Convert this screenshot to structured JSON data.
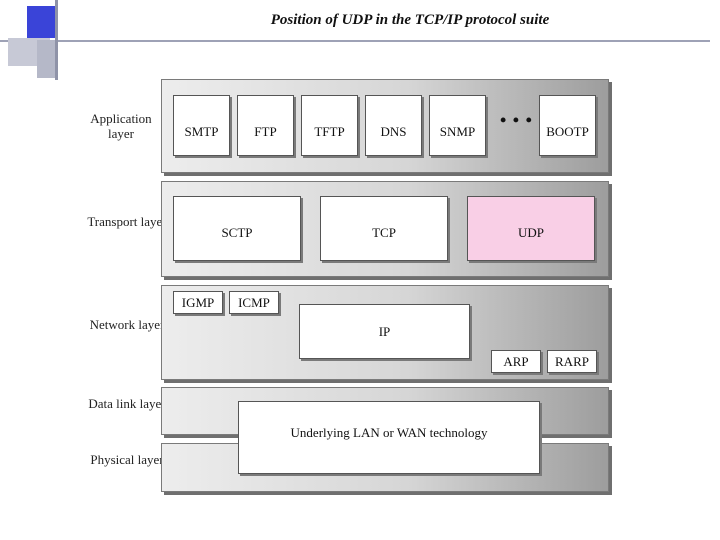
{
  "title": "Position of UDP in the TCP/IP protocol suite",
  "layers": {
    "application": "Application layer",
    "transport": "Transport layer",
    "network": "Network layer",
    "datalink": "Data link layer",
    "physical": "Physical layer"
  },
  "application_protocols": [
    "SMTP",
    "FTP",
    "TFTP",
    "DNS",
    "SNMP",
    "BOOTP"
  ],
  "ellipsis": "• • •",
  "transport_protocols": [
    "SCTP",
    "TCP",
    "UDP"
  ],
  "network_protocols": {
    "igmp": "IGMP",
    "icmp": "ICMP",
    "ip": "IP",
    "arp": "ARP",
    "rarp": "RARP"
  },
  "underlying": "Underlying LAN or WAN technology",
  "colors": {
    "udp_highlight": "#f9cfe6",
    "deco_blue": "#3a44d8"
  }
}
